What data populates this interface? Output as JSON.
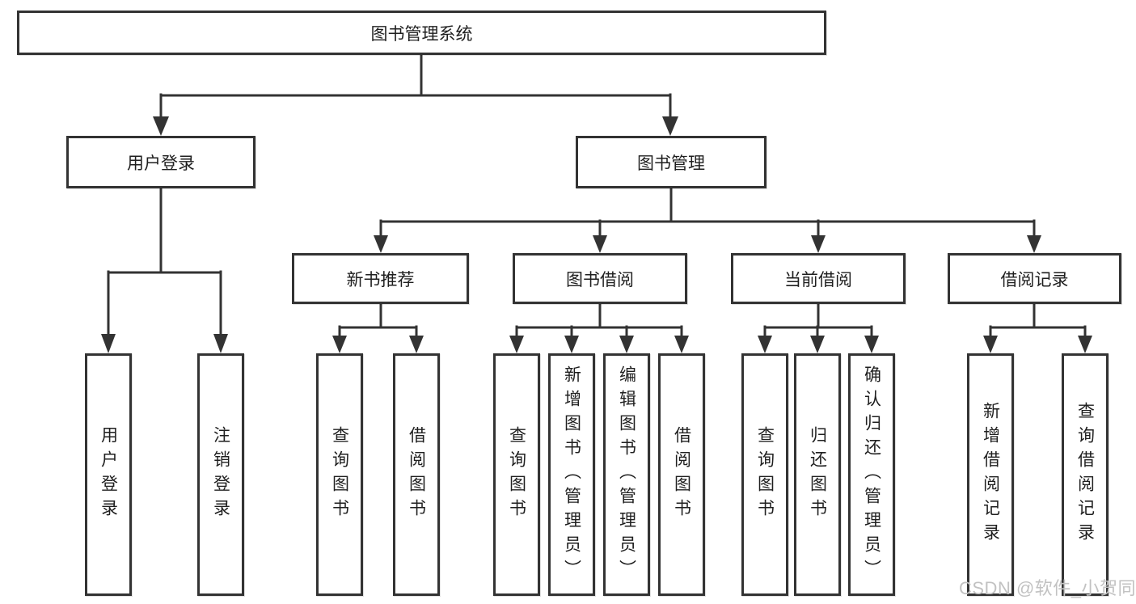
{
  "tree": {
    "label": "图书管理系统",
    "children": [
      {
        "label": "用户登录",
        "children": [
          {
            "label": "用户登录"
          },
          {
            "label": "注销登录"
          }
        ]
      },
      {
        "label": "图书管理",
        "children": [
          {
            "label": "新书推荐",
            "children": [
              {
                "label": "查询图书"
              },
              {
                "label": "借阅图书"
              }
            ]
          },
          {
            "label": "图书借阅",
            "children": [
              {
                "label": "查询图书"
              },
              {
                "label": "新增图书（管理员）"
              },
              {
                "label": "编辑图书（管理员）"
              },
              {
                "label": "借阅图书"
              }
            ]
          },
          {
            "label": "当前借阅",
            "children": [
              {
                "label": "查询图书"
              },
              {
                "label": "归还图书"
              },
              {
                "label": "确认归还（管理员）"
              }
            ]
          },
          {
            "label": "借阅记录",
            "children": [
              {
                "label": "新增借阅记录"
              },
              {
                "label": "查询借阅记录"
              }
            ]
          }
        ]
      }
    ]
  },
  "watermark": {
    "text": "CSDN @软件_小贺同学"
  },
  "colors": {
    "line": "#333333",
    "box_border": "#333333",
    "text": "#1f1f1f",
    "watermark": "#c2c2c2",
    "background": "#ffffff"
  }
}
